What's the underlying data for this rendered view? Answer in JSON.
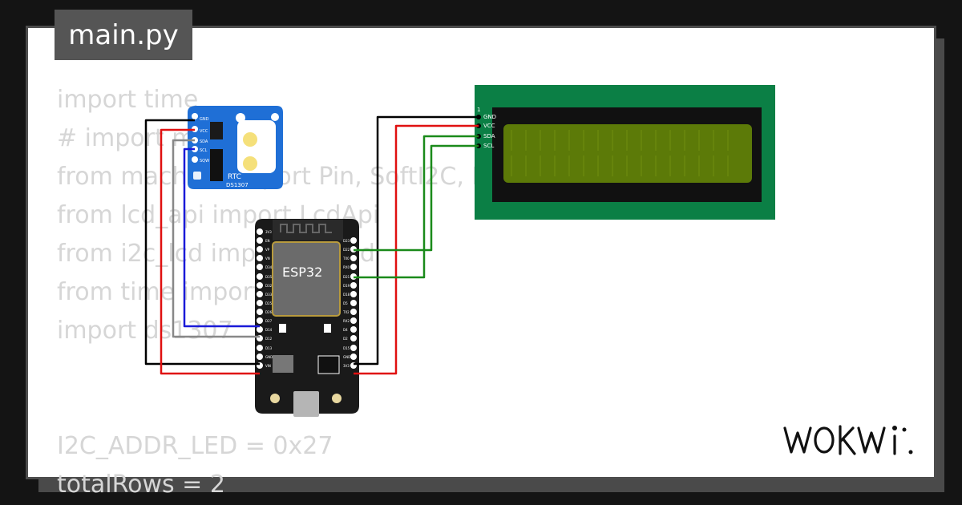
{
  "editor": {
    "filename": "main.py",
    "code_lines": [
      "import time",
      "# import m",
      "from machine import Pin, SoftI2C, I",
      "from lcd_api import LcdApi",
      "from i2c_lcd import I2cLcd",
      "from time import",
      "import ds1307",
      "",
      "",
      "I2C_ADDR_LED = 0x27",
      "totalRows = 2"
    ]
  },
  "rtc": {
    "title": "RTC",
    "model": "DS1307",
    "pins": [
      "GND",
      "VCC",
      "SDA",
      "SCL",
      "SQW"
    ]
  },
  "esp32": {
    "label": "ESP32",
    "left_pins": [
      "3V3",
      "EN",
      "VP",
      "VN",
      "D34",
      "D35",
      "D32",
      "D33",
      "D25",
      "D26",
      "D27",
      "D14",
      "D12",
      "D13",
      "GND",
      "VIN"
    ],
    "right_pins": [
      "D23",
      "D22",
      "TX0",
      "RX0",
      "D21",
      "D19",
      "D18",
      "D5",
      "TX2",
      "RX2",
      "D4",
      "D2",
      "D15",
      "GND",
      "3V3"
    ]
  },
  "lcd": {
    "pin_index": "1",
    "pins": [
      "GND",
      "VCC",
      "SDA",
      "SCL"
    ]
  },
  "brand": {
    "logo": "WOKWi"
  },
  "colors": {
    "wire_black": "#000000",
    "wire_red": "#e01010",
    "wire_green": "#1a8a1a",
    "wire_blue": "#1a1ad8",
    "wire_gray": "#888888",
    "rtc_board": "#1f6fd6",
    "lcd_board": "#0b7f45",
    "lcd_screen": "#5c7a08",
    "esp_board": "#1a1a1a"
  }
}
